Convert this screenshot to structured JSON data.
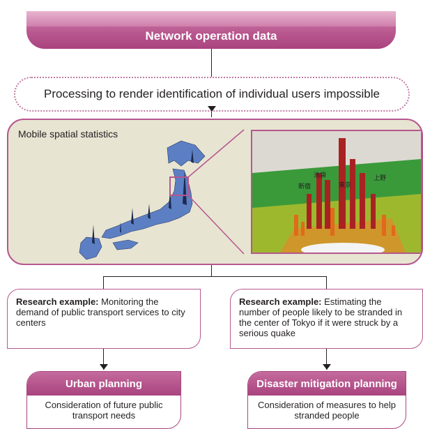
{
  "banner": {
    "title": "Network operation data"
  },
  "process": {
    "text": "Processing to render identification of individual users impossible"
  },
  "panel": {
    "title": "Mobile spatial statistics"
  },
  "inset_labels": [
    "池袋",
    "新宿",
    "東京",
    "上野"
  ],
  "research": [
    {
      "label": "Research example:",
      "text": " Monitoring the demand of public transport services to city centers"
    },
    {
      "label": "Research example:",
      "text": " Estimating the number of people likely to be stranded in the center of Tokyo if it were struck by a serious quake"
    }
  ],
  "outcomes": [
    {
      "title": "Urban planning",
      "text": "Consideration of future public transport needs"
    },
    {
      "title": "Disaster mitigation planning",
      "text": "Consideration of measures to help stranded people"
    }
  ],
  "colors": {
    "accent": "#b5578e",
    "panel_bg": "#e7e4d2",
    "map": "#5c7fc4"
  }
}
